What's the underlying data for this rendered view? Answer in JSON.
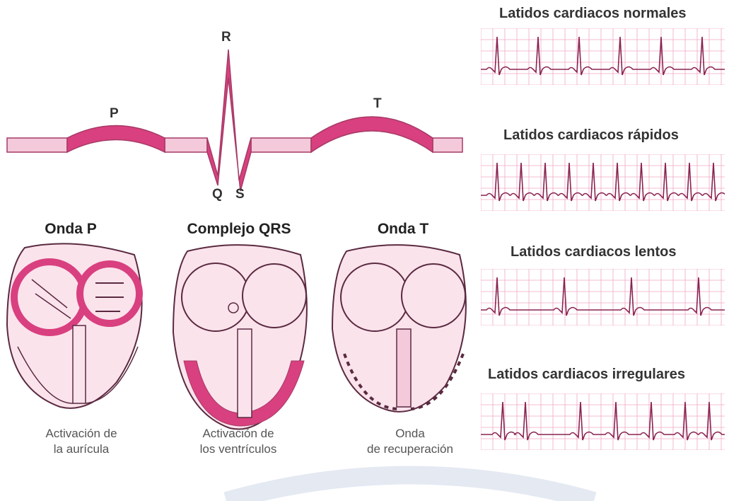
{
  "ecg_wave": {
    "labels": {
      "p": "P",
      "r": "R",
      "q": "Q",
      "s": "S",
      "t": "T"
    }
  },
  "phases": [
    {
      "title": "Onda P",
      "caption_line1": "Activación de",
      "caption_line2": "la aurícula"
    },
    {
      "title": "Complejo QRS",
      "caption_line1": "Activación de",
      "caption_line2": "los ventrículos"
    },
    {
      "title": "Onda T",
      "caption_line1": "Onda",
      "caption_line2": "de recuperación"
    }
  ],
  "heart_rates": [
    {
      "title": "Latidos cardiacos normales",
      "pattern": "normal"
    },
    {
      "title": "Latidos cardiacos rápidos",
      "pattern": "fast"
    },
    {
      "title": "Latidos cardiacos lentos",
      "pattern": "slow"
    },
    {
      "title": "Latidos cardiacos irregulares",
      "pattern": "irregular"
    }
  ],
  "colors": {
    "wave_fill": "#d9407f",
    "wave_light": "#f4c9da",
    "heart_light": "#fbe3ec",
    "heart_dark": "#d65a8c",
    "grid": "#f0a8c4",
    "trace": "#8a2350",
    "watermark": "#3b5b9e"
  }
}
